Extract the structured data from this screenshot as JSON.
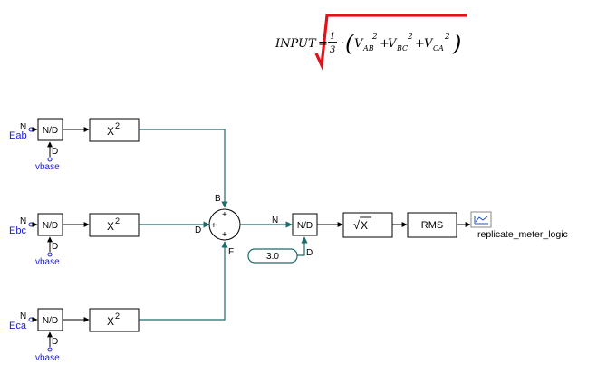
{
  "formula": {
    "lhs": "INPUT",
    "equals": "=",
    "frac_num": "1",
    "frac_den": "3",
    "dot": "·",
    "open_paren": "(",
    "close_paren": ")",
    "term_ab_base": "V",
    "term_ab_sub": "AB",
    "term_bc_base": "V",
    "term_bc_sub": "BC",
    "term_ca_base": "V",
    "term_ca_sub": "CA",
    "exp": "2",
    "plus": "+",
    "sqrt_color": "#e0121b"
  },
  "rows": [
    {
      "signal": "Eab",
      "base": "vbase"
    },
    {
      "signal": "Ebc",
      "base": "vbase"
    },
    {
      "signal": "Eca",
      "base": "vbase"
    }
  ],
  "blocks": {
    "divider_label": "N/D",
    "square_base": "X",
    "square_exp": "2",
    "sqrt_symbol": "√",
    "sqrt_arg": "X",
    "rms_label": "RMS",
    "meter_label": "replicate_meter_logic",
    "constant_value": "3.0"
  },
  "port_labels": {
    "n": "N",
    "d": "D",
    "b": "B",
    "f": "F",
    "plus": "+"
  },
  "colors": {
    "wire": "#1e6b6b",
    "signal_label": "#2020d0",
    "block_border": "#000000",
    "background": "#ffffff"
  }
}
